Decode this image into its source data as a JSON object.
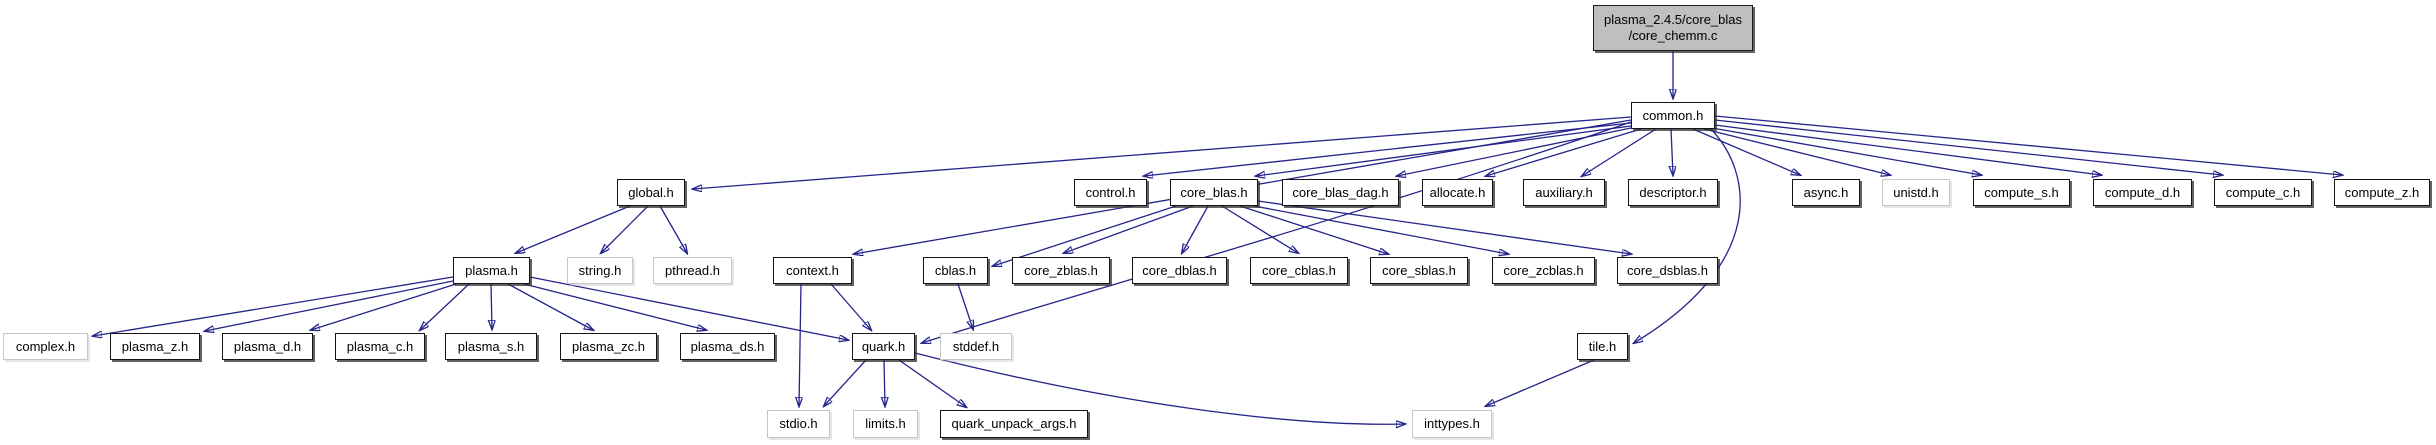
{
  "diagram": {
    "type": "include-dependency-graph",
    "root": "plasma_2.4.5/core_blas/core_chemm.c",
    "colors": {
      "edge": "#24248c",
      "main_node_fill": "#bfbfbf",
      "internal_node_border": "#141414",
      "external_node_border": "#c6c6c6",
      "background": "#ffffff"
    }
  },
  "nodes": [
    {
      "id": "core_chemm_c",
      "label": "plasma_2.4.5/core_blas\n/core_chemm.c",
      "kind": "main"
    },
    {
      "id": "common_h",
      "label": "common.h",
      "kind": "internal"
    },
    {
      "id": "global_h",
      "label": "global.h",
      "kind": "internal"
    },
    {
      "id": "control_h",
      "label": "control.h",
      "kind": "internal"
    },
    {
      "id": "core_blas_h",
      "label": "core_blas.h",
      "kind": "internal"
    },
    {
      "id": "core_blas_dag_h",
      "label": "core_blas_dag.h",
      "kind": "internal"
    },
    {
      "id": "allocate_h",
      "label": "allocate.h",
      "kind": "internal"
    },
    {
      "id": "auxiliary_h",
      "label": "auxiliary.h",
      "kind": "internal"
    },
    {
      "id": "descriptor_h",
      "label": "descriptor.h",
      "kind": "internal"
    },
    {
      "id": "async_h",
      "label": "async.h",
      "kind": "internal"
    },
    {
      "id": "unistd_h",
      "label": "unistd.h",
      "kind": "external"
    },
    {
      "id": "compute_s_h",
      "label": "compute_s.h",
      "kind": "internal"
    },
    {
      "id": "compute_d_h",
      "label": "compute_d.h",
      "kind": "internal"
    },
    {
      "id": "compute_c_h",
      "label": "compute_c.h",
      "kind": "internal"
    },
    {
      "id": "compute_z_h",
      "label": "compute_z.h",
      "kind": "internal"
    },
    {
      "id": "plasma_h",
      "label": "plasma.h",
      "kind": "internal"
    },
    {
      "id": "string_h",
      "label": "string.h",
      "kind": "external"
    },
    {
      "id": "pthread_h",
      "label": "pthread.h",
      "kind": "external"
    },
    {
      "id": "context_h",
      "label": "context.h",
      "kind": "internal"
    },
    {
      "id": "cblas_h",
      "label": "cblas.h",
      "kind": "internal"
    },
    {
      "id": "core_zblas_h",
      "label": "core_zblas.h",
      "kind": "internal"
    },
    {
      "id": "core_dblas_h",
      "label": "core_dblas.h",
      "kind": "internal"
    },
    {
      "id": "core_cblas_h",
      "label": "core_cblas.h",
      "kind": "internal"
    },
    {
      "id": "core_sblas_h",
      "label": "core_sblas.h",
      "kind": "internal"
    },
    {
      "id": "core_zcblas_h",
      "label": "core_zcblas.h",
      "kind": "internal"
    },
    {
      "id": "core_dsblas_h",
      "label": "core_dsblas.h",
      "kind": "internal"
    },
    {
      "id": "complex_h",
      "label": "complex.h",
      "kind": "external"
    },
    {
      "id": "plasma_z_h",
      "label": "plasma_z.h",
      "kind": "internal"
    },
    {
      "id": "plasma_d_h",
      "label": "plasma_d.h",
      "kind": "internal"
    },
    {
      "id": "plasma_c_h",
      "label": "plasma_c.h",
      "kind": "internal"
    },
    {
      "id": "plasma_s_h",
      "label": "plasma_s.h",
      "kind": "internal"
    },
    {
      "id": "plasma_zc_h",
      "label": "plasma_zc.h",
      "kind": "internal"
    },
    {
      "id": "plasma_ds_h",
      "label": "plasma_ds.h",
      "kind": "internal"
    },
    {
      "id": "quark_h",
      "label": "quark.h",
      "kind": "internal"
    },
    {
      "id": "stddef_h",
      "label": "stddef.h",
      "kind": "external"
    },
    {
      "id": "tile_h",
      "label": "tile.h",
      "kind": "internal"
    },
    {
      "id": "stdio_h",
      "label": "stdio.h",
      "kind": "external"
    },
    {
      "id": "limits_h",
      "label": "limits.h",
      "kind": "external"
    },
    {
      "id": "quark_unpack_args_h",
      "label": "quark_unpack_args.h",
      "kind": "internal"
    },
    {
      "id": "inttypes_h",
      "label": "inttypes.h",
      "kind": "external"
    }
  ],
  "edges": [
    {
      "from": "core_chemm_c",
      "to": "common_h"
    },
    {
      "from": "common_h",
      "to": "global_h"
    },
    {
      "from": "common_h",
      "to": "control_h"
    },
    {
      "from": "common_h",
      "to": "core_blas_h"
    },
    {
      "from": "common_h",
      "to": "core_blas_dag_h"
    },
    {
      "from": "common_h",
      "to": "allocate_h"
    },
    {
      "from": "common_h",
      "to": "auxiliary_h"
    },
    {
      "from": "common_h",
      "to": "descriptor_h"
    },
    {
      "from": "common_h",
      "to": "async_h"
    },
    {
      "from": "common_h",
      "to": "unistd_h"
    },
    {
      "from": "common_h",
      "to": "compute_s_h"
    },
    {
      "from": "common_h",
      "to": "compute_d_h"
    },
    {
      "from": "common_h",
      "to": "compute_c_h"
    },
    {
      "from": "common_h",
      "to": "compute_z_h"
    },
    {
      "from": "common_h",
      "to": "context_h"
    },
    {
      "from": "common_h",
      "to": "tile_h"
    },
    {
      "from": "common_h",
      "to": "quark_h"
    },
    {
      "from": "global_h",
      "to": "plasma_h"
    },
    {
      "from": "global_h",
      "to": "string_h"
    },
    {
      "from": "global_h",
      "to": "pthread_h"
    },
    {
      "from": "plasma_h",
      "to": "complex_h"
    },
    {
      "from": "plasma_h",
      "to": "plasma_z_h"
    },
    {
      "from": "plasma_h",
      "to": "plasma_d_h"
    },
    {
      "from": "plasma_h",
      "to": "plasma_c_h"
    },
    {
      "from": "plasma_h",
      "to": "plasma_s_h"
    },
    {
      "from": "plasma_h",
      "to": "plasma_zc_h"
    },
    {
      "from": "plasma_h",
      "to": "plasma_ds_h"
    },
    {
      "from": "plasma_h",
      "to": "quark_h"
    },
    {
      "from": "context_h",
      "to": "stdio_h"
    },
    {
      "from": "context_h",
      "to": "quark_h"
    },
    {
      "from": "quark_h",
      "to": "stdio_h"
    },
    {
      "from": "quark_h",
      "to": "limits_h"
    },
    {
      "from": "quark_h",
      "to": "quark_unpack_args_h"
    },
    {
      "from": "quark_h",
      "to": "inttypes_h"
    },
    {
      "from": "tile_h",
      "to": "inttypes_h"
    },
    {
      "from": "cblas_h",
      "to": "stddef_h"
    },
    {
      "from": "core_blas_h",
      "to": "cblas_h"
    },
    {
      "from": "core_blas_h",
      "to": "core_zblas_h"
    },
    {
      "from": "core_blas_h",
      "to": "core_dblas_h"
    },
    {
      "from": "core_blas_h",
      "to": "core_cblas_h"
    },
    {
      "from": "core_blas_h",
      "to": "core_sblas_h"
    },
    {
      "from": "core_blas_h",
      "to": "core_zcblas_h"
    },
    {
      "from": "core_blas_h",
      "to": "core_dsblas_h"
    }
  ]
}
